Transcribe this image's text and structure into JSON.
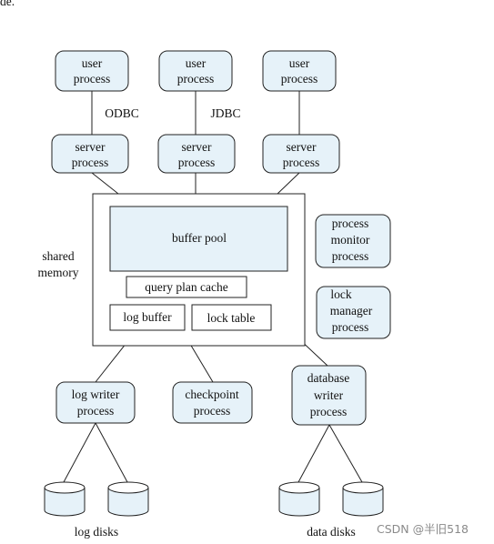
{
  "top_fragment": "de.",
  "user_processes": [
    {
      "line1": "user",
      "line2": "process"
    },
    {
      "line1": "user",
      "line2": "process"
    },
    {
      "line1": "user",
      "line2": "process"
    }
  ],
  "connectors": {
    "odbc": "ODBC",
    "jdbc": "JDBC"
  },
  "server_processes": [
    {
      "line1": "server",
      "line2": "process"
    },
    {
      "line1": "server",
      "line2": "process"
    },
    {
      "line1": "server",
      "line2": "process"
    }
  ],
  "shared_memory": {
    "line1": "shared",
    "line2": "memory"
  },
  "buffer_pool": "buffer pool",
  "query_plan_cache": "query plan cache",
  "log_buffer": "log buffer",
  "lock_table": "lock table",
  "process_monitor": {
    "line1": "process",
    "line2": "monitor",
    "line3": "process"
  },
  "lock_manager": {
    "line1": "lock",
    "line2": "manager",
    "line3": "process"
  },
  "log_writer": {
    "line1": "log writer",
    "line2": "process"
  },
  "checkpoint": {
    "line1": "checkpoint",
    "line2": "process"
  },
  "db_writer": {
    "line1": "database",
    "line2": "writer",
    "line3": "process"
  },
  "log_disks_label": "log disks",
  "data_disks_label": "data disks",
  "watermark": "CSDN @半旧518"
}
